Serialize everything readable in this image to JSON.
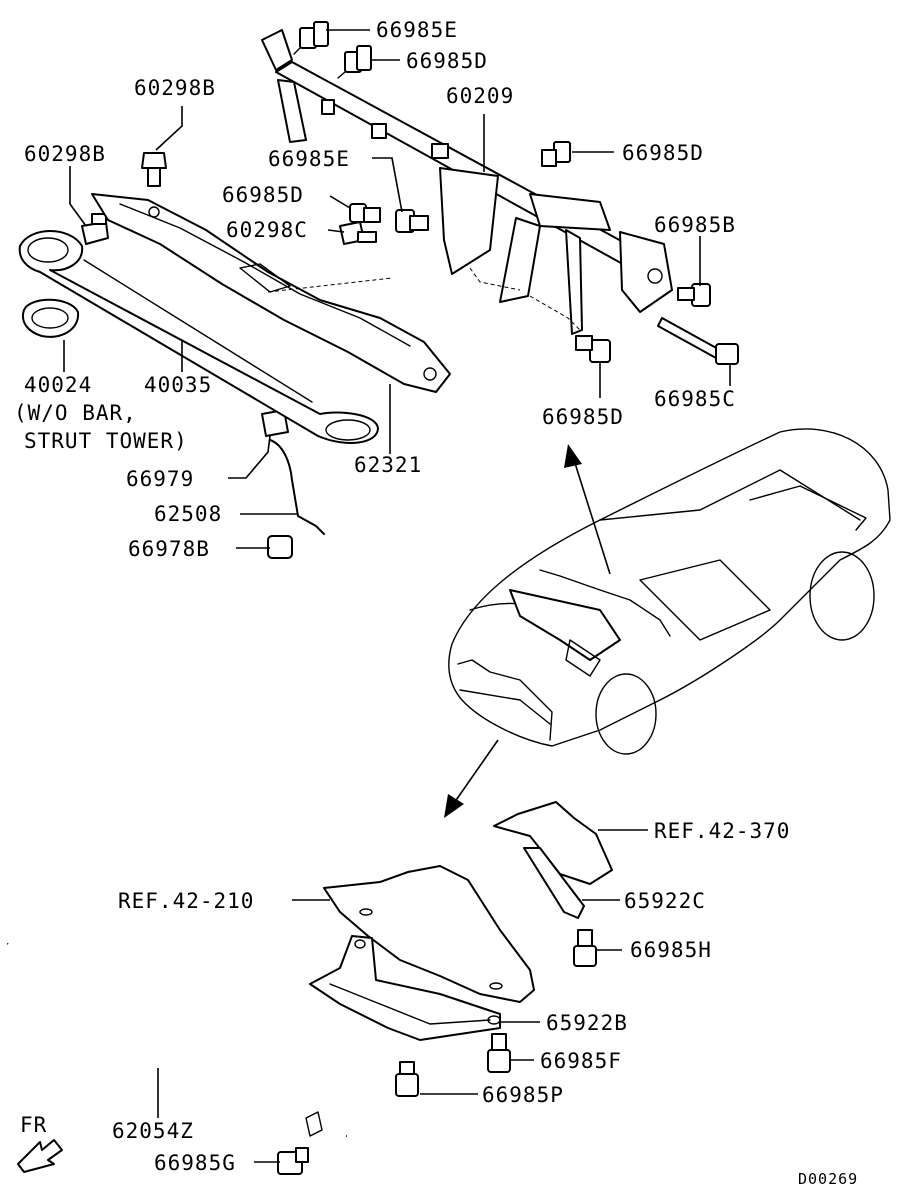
{
  "callouts": [
    {
      "id": "66985E-top",
      "text": "66985E"
    },
    {
      "id": "66985D-top",
      "text": "66985D"
    },
    {
      "id": "60298B-a",
      "text": "60298B"
    },
    {
      "id": "60209",
      "text": "60209"
    },
    {
      "id": "60298B-b",
      "text": "60298B"
    },
    {
      "id": "66985E-mid",
      "text": "66985E"
    },
    {
      "id": "66985D-right",
      "text": "66985D"
    },
    {
      "id": "66985D-left",
      "text": "66985D"
    },
    {
      "id": "66985B",
      "text": "66985B"
    },
    {
      "id": "60298C",
      "text": "60298C"
    },
    {
      "id": "40024",
      "text": "40024"
    },
    {
      "id": "40035",
      "text": "40035"
    },
    {
      "id": "wo-bar",
      "text": "(W/O BAR,"
    },
    {
      "id": "strut-tower",
      "text": "STRUT TOWER)"
    },
    {
      "id": "66985D-low",
      "text": "66985D"
    },
    {
      "id": "66985C",
      "text": "66985C"
    },
    {
      "id": "66979",
      "text": "66979"
    },
    {
      "id": "62321",
      "text": "62321"
    },
    {
      "id": "62508",
      "text": "62508"
    },
    {
      "id": "66978B",
      "text": "66978B"
    },
    {
      "id": "ref-42-370",
      "text": "REF.42-370"
    },
    {
      "id": "ref-42-210",
      "text": "REF.42-210"
    },
    {
      "id": "65922C",
      "text": "65922C"
    },
    {
      "id": "66985H",
      "text": "66985H"
    },
    {
      "id": "65922B",
      "text": "65922B"
    },
    {
      "id": "66985F",
      "text": "66985F"
    },
    {
      "id": "66985P",
      "text": "66985P"
    },
    {
      "id": "62054Z",
      "text": "62054Z"
    },
    {
      "id": "66985G",
      "text": "66985G"
    }
  ],
  "orientation": {
    "text": "FR"
  },
  "diagram_code": "D00269"
}
